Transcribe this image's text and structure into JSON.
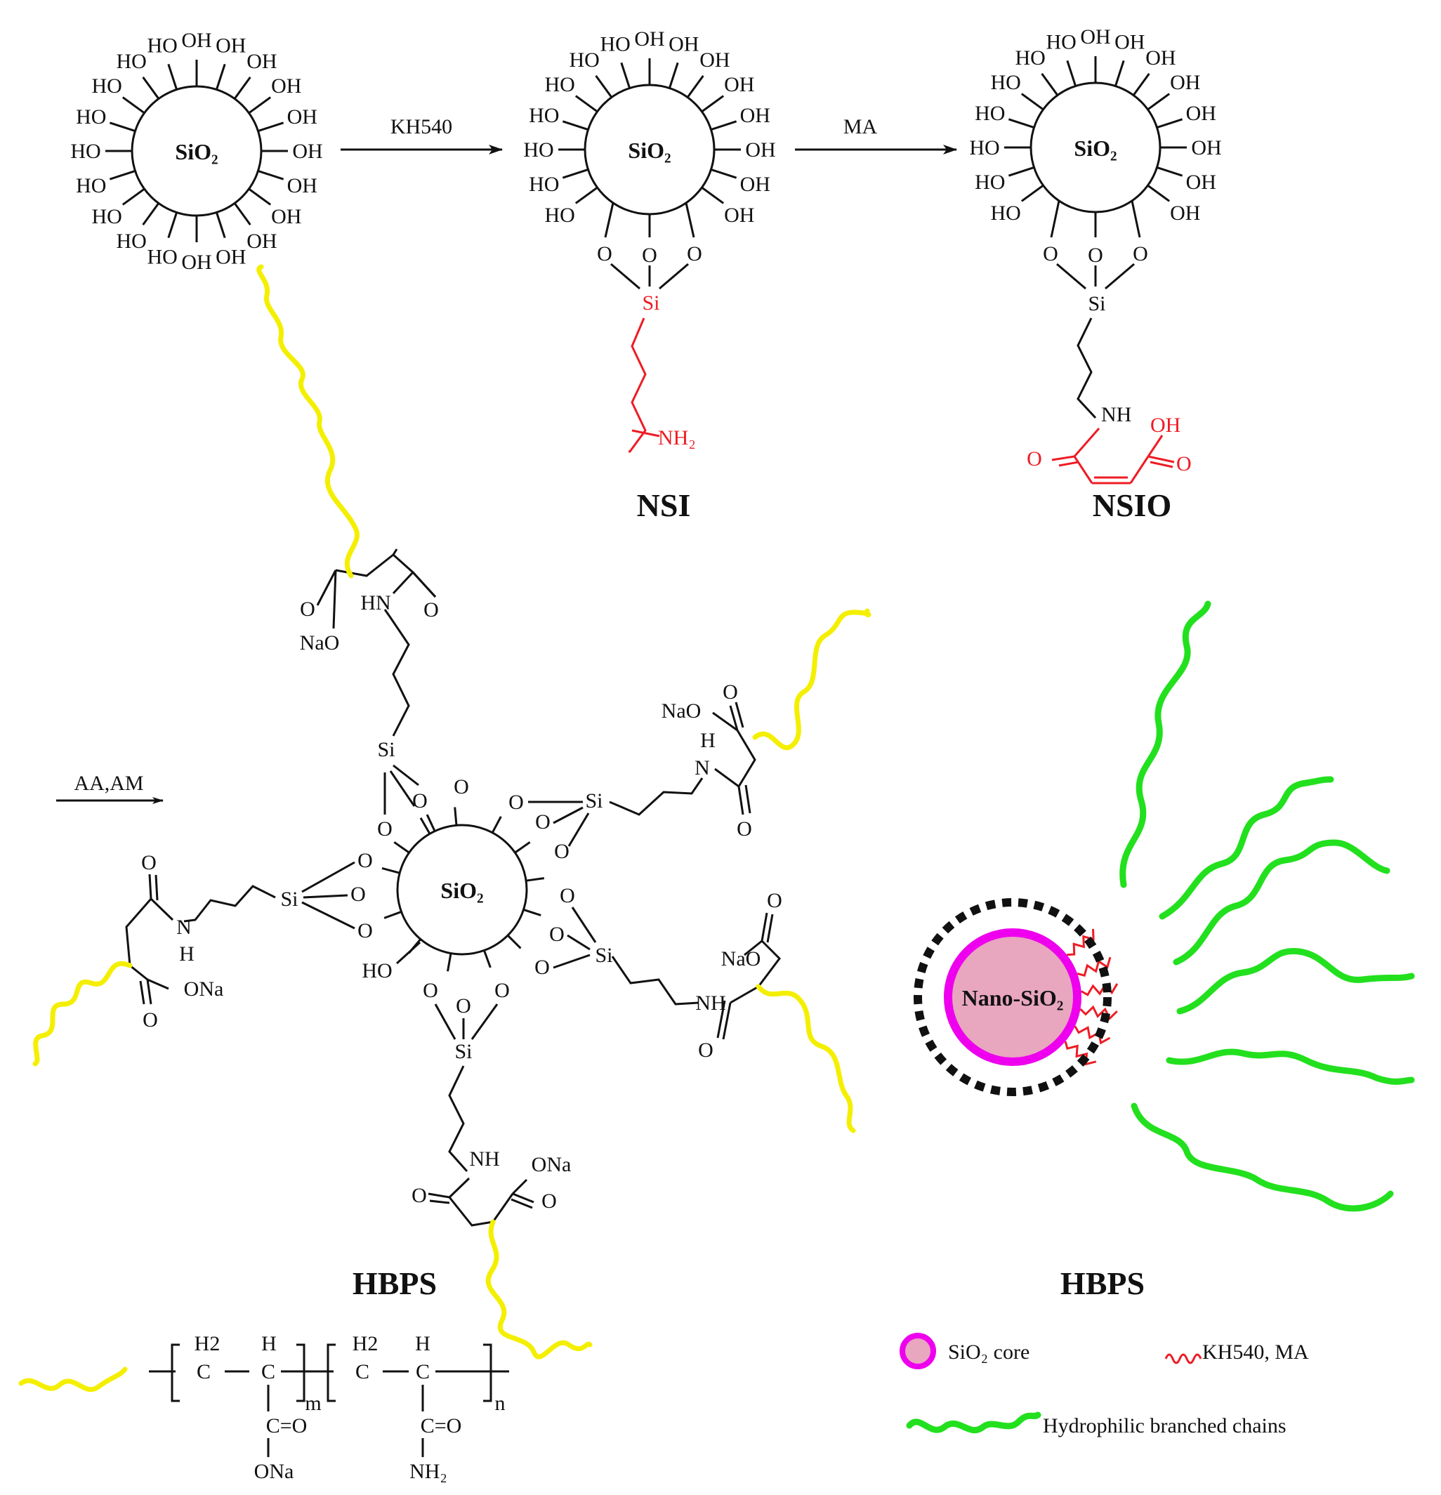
{
  "cores": {
    "sio2": "SiO₂",
    "nano": "Nano-SiO₂"
  },
  "groups": {
    "oh": "OH",
    "ho": "HO",
    "o": "O",
    "si": "Si",
    "nh2": "NH₂",
    "nh": "NH",
    "hn": "HN",
    "n": "N",
    "h": "H",
    "ona": "ONa",
    "nao": "NaO",
    "co_o": "O",
    "c_eq_o": "C=O",
    "c": "C",
    "h2": "H2",
    "m": "m",
    "n_sub": "n"
  },
  "reagents": {
    "step1": "KH540",
    "step2": "MA",
    "step3": "AA,AM"
  },
  "products": {
    "nsi": "NSI",
    "nsio": "NSIO",
    "hbps_structure": "HBPS",
    "hbps_model": "HBPS"
  },
  "legend": {
    "core": "SiO₂ core",
    "linker": "KH540, MA",
    "chains": "Hydrophilic branched chains"
  },
  "colors": {
    "modifier": "#ee1c24",
    "polymer_chain": "#f4ef00",
    "hydrophilic_chain": "#22e01e",
    "core_ring": "#ee00ee",
    "core_fill": "#e8a6bf"
  }
}
